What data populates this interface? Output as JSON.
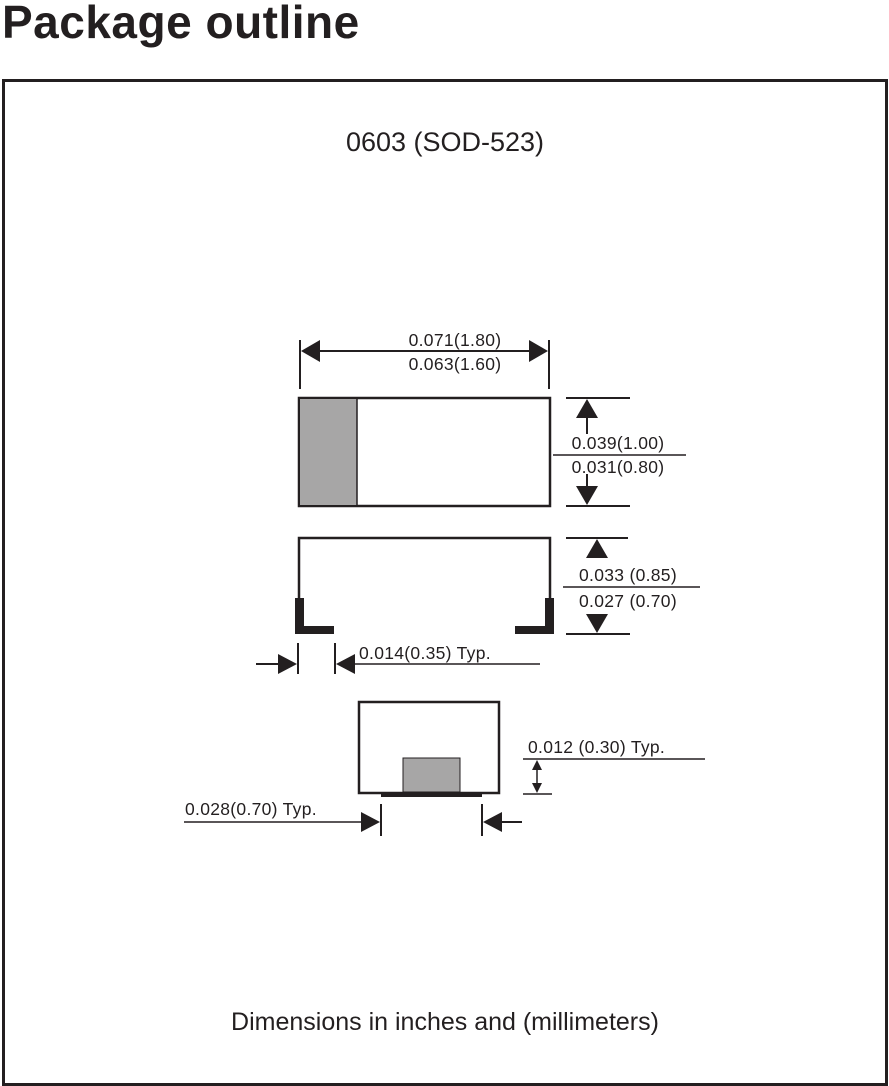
{
  "title": "Package outline",
  "package_name": "0603 (SOD-523)",
  "dimensions": {
    "length_max": "0.071(1.80)",
    "length_min": "0.063(1.60)",
    "width_max": "0.039(1.00)",
    "width_min": "0.031(0.80)",
    "height_max": "0.033 (0.85)",
    "height_min": "0.027 (0.70)",
    "terminal_length": "0.014(0.35) Typ.",
    "terminal_height": "0.012 (0.30) Typ.",
    "terminal_width": "0.028(0.70) Typ."
  },
  "footer_note": "Dimensions in inches and (millimeters)",
  "colors": {
    "line": "#231f20",
    "cathode_band": "#a7a6a6",
    "terminal": "#231f20"
  }
}
